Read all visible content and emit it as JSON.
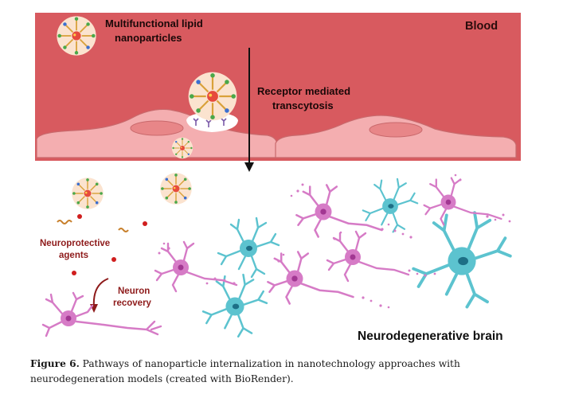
{
  "labels": {
    "blood": "Blood",
    "lnp_line1": "Multifunctional lipid",
    "lnp_line2": "nanoparticles",
    "rmt_line1": "Receptor mediated",
    "rmt_line2": "transcytosis",
    "neuroprotective_line1": "Neuroprotective",
    "neuroprotective_line2": "agents",
    "recovery_line1": "Neuron",
    "recovery_line2": "recovery",
    "brain": "Neurodegenerative brain"
  },
  "caption": {
    "figure_label": "Figure 6.",
    "text": " Pathways of nanoparticle internalization in nanotechnology approaches with neurodegeneration models (created with BioRender)."
  },
  "colors": {
    "blood": "#d85a5f",
    "cell": "#f4aeb0",
    "nucleus": "#e88688",
    "neuron_pink": "#d67bc6",
    "neuron_cyan": "#5cc3cf",
    "label_dark_red": "#8e1b1b"
  }
}
